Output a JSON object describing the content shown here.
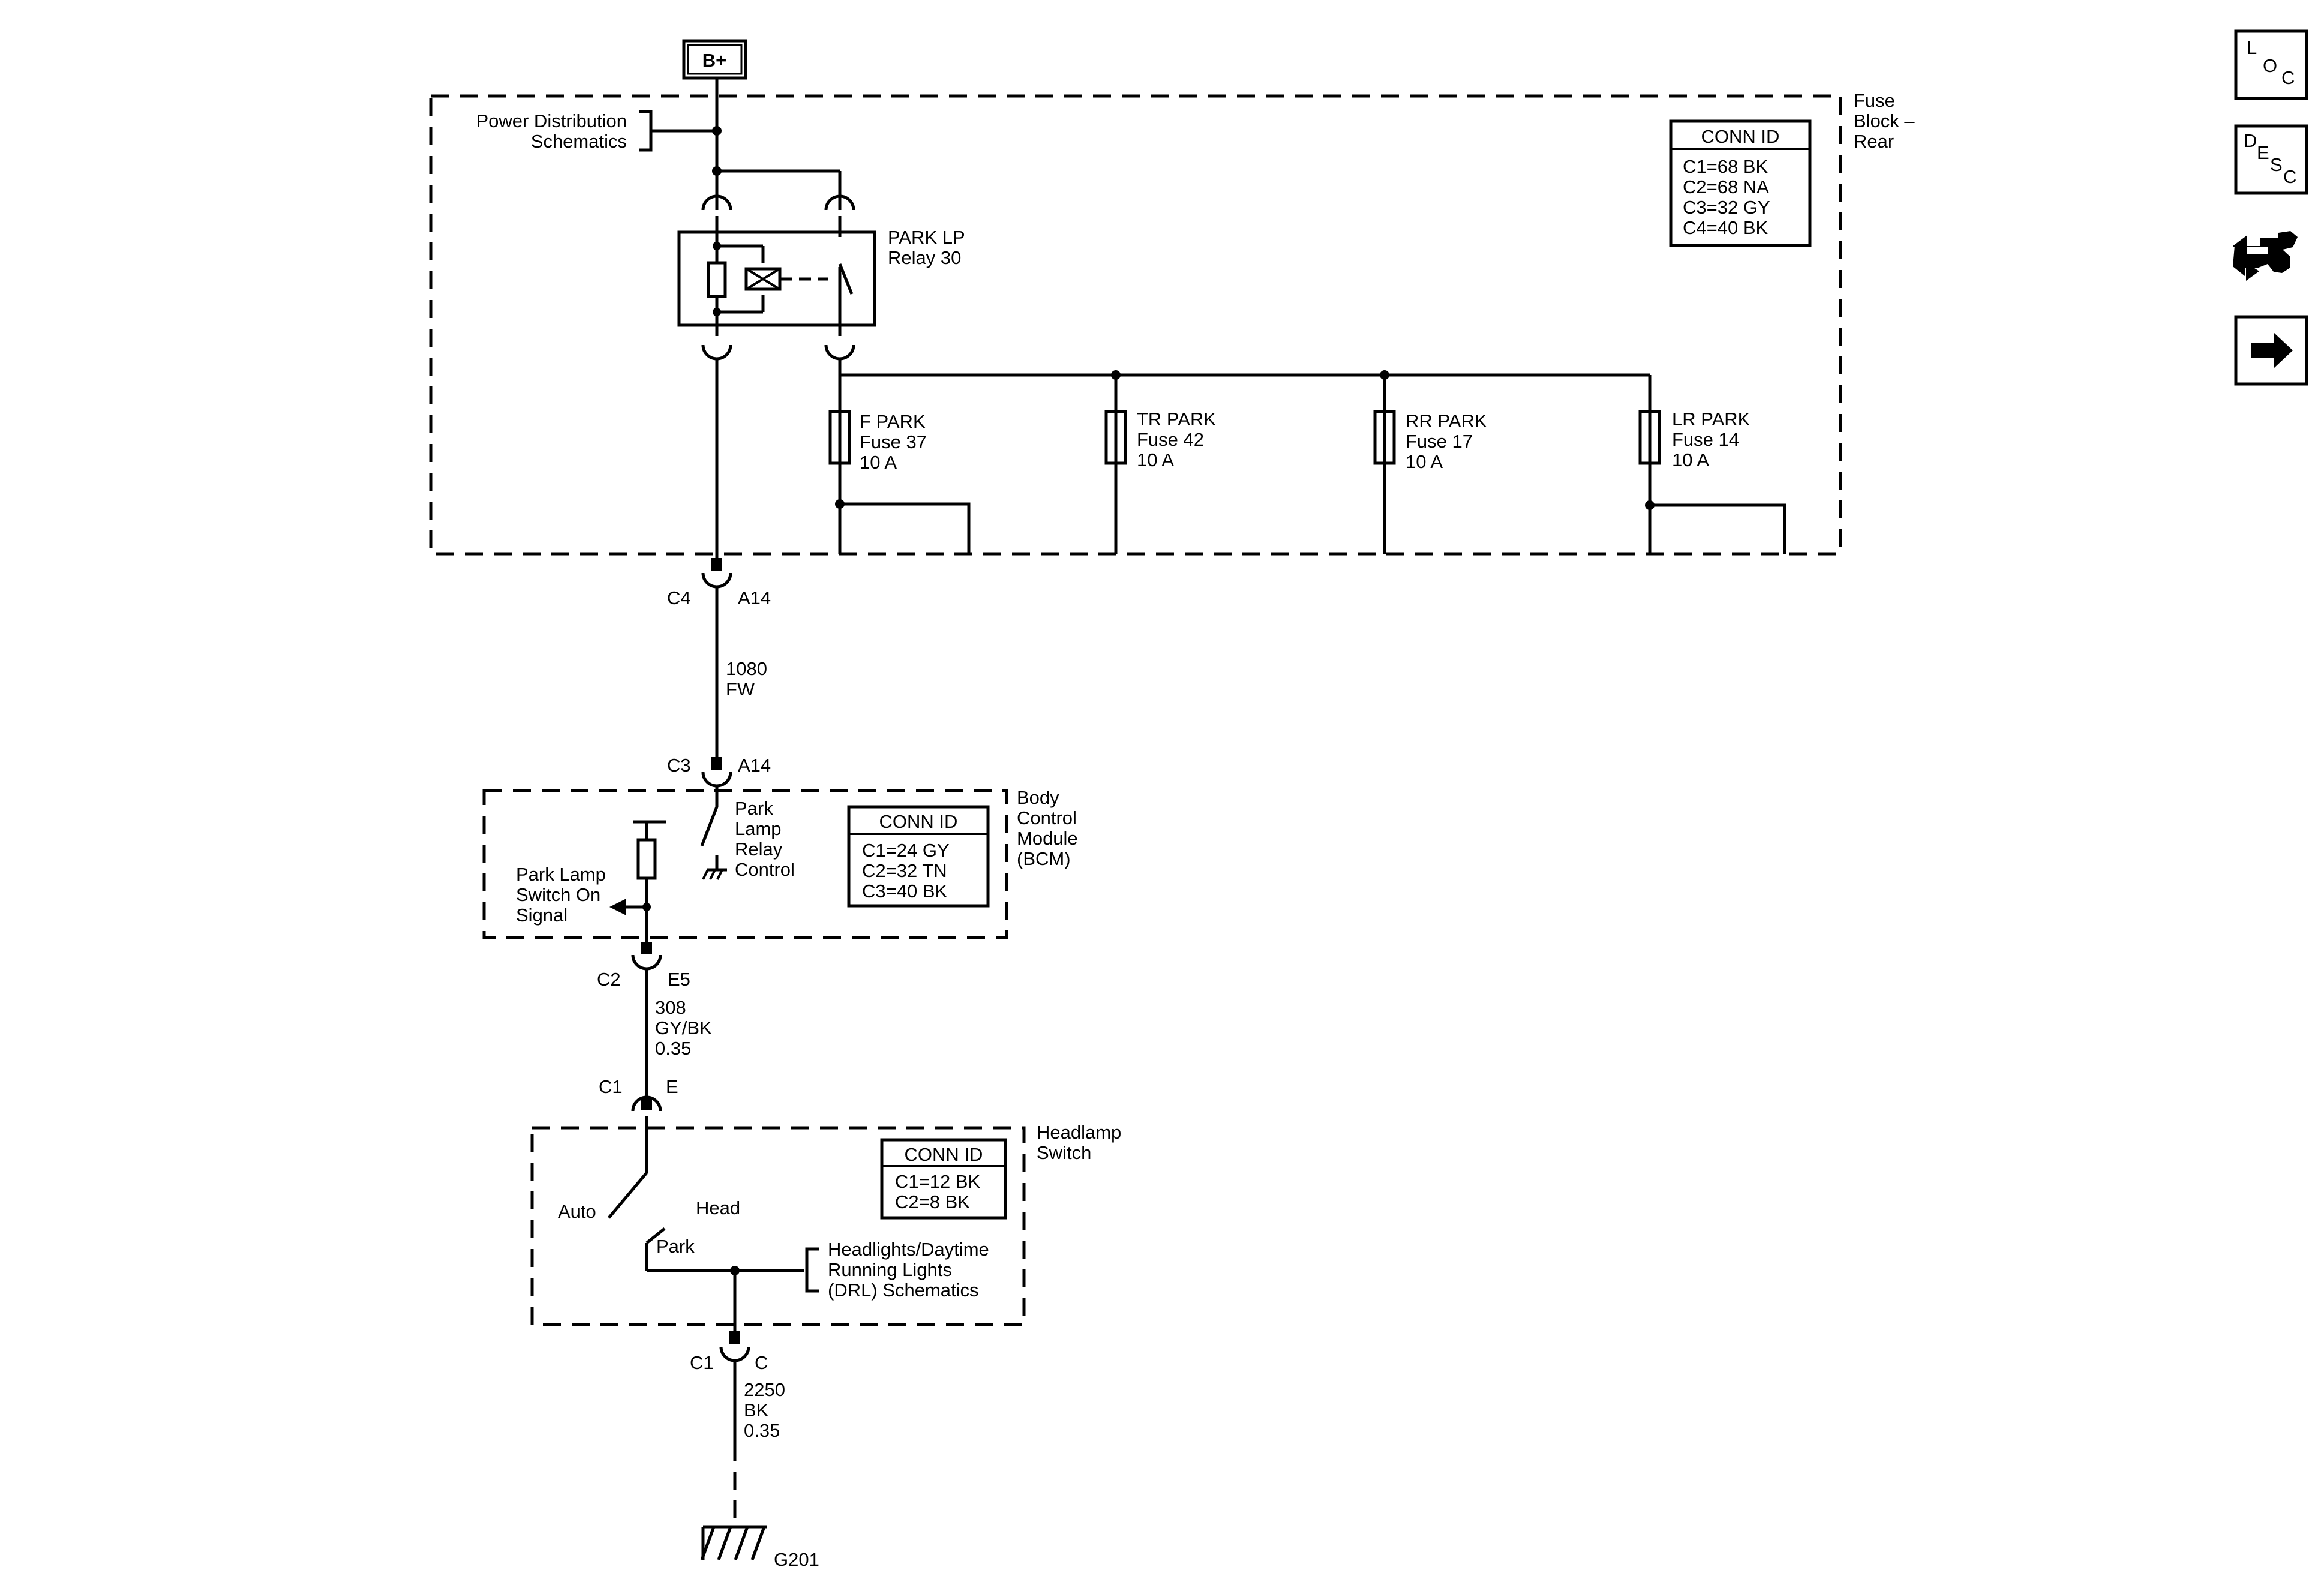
{
  "power_source": "B+",
  "fuse_block": {
    "label_lines": [
      "Fuse",
      "Block –",
      "Rear"
    ],
    "conn_title": "CONN ID",
    "conn_rows": [
      "C1=68 BK",
      "C2=68 NA",
      "C3=32 GY",
      "C4=40 BK"
    ]
  },
  "power_distribution": [
    "Power Distribution",
    "Schematics"
  ],
  "relay": [
    "PARK LP",
    "Relay 30"
  ],
  "fuses": [
    {
      "name": "F PARK",
      "fuse": "Fuse 37",
      "rating": "10 A"
    },
    {
      "name": "TR PARK",
      "fuse": "Fuse 42",
      "rating": "10 A"
    },
    {
      "name": "RR PARK",
      "fuse": "Fuse 17",
      "rating": "10 A"
    },
    {
      "name": "LR PARK",
      "fuse": "Fuse 14",
      "rating": "10 A"
    }
  ],
  "wire_1080": {
    "conn_top": "C4",
    "pin_top": "A14",
    "circuit": "1080",
    "color": "FW",
    "conn_bottom": "C3",
    "pin_bottom": "A14"
  },
  "bcm": {
    "label_lines": [
      "Body",
      "Control",
      "Module",
      "(BCM)"
    ],
    "relay_control": [
      "Park",
      "Lamp",
      "Relay",
      "Control"
    ],
    "switch_signal": [
      "Park Lamp",
      "Switch On",
      "Signal"
    ],
    "conn_title": "CONN ID",
    "conn_rows": [
      "C1=24 GY",
      "C2=32 TN",
      "C3=40 BK"
    ]
  },
  "wire_308": {
    "conn_top": "C2",
    "pin_top": "E5",
    "circuit": "308",
    "color": "GY/BK",
    "gauge": "0.35",
    "conn_bottom": "C1",
    "pin_bottom": "E"
  },
  "headlamp_switch": {
    "label_lines": [
      "Headlamp",
      "Switch"
    ],
    "conn_title": "CONN ID",
    "conn_rows": [
      "C1=12 BK",
      "C2=8 BK"
    ],
    "positions": {
      "auto": "Auto",
      "head": "Head",
      "park": "Park"
    },
    "drl_ref": [
      "Headlights/Daytime",
      "Running Lights",
      "(DRL) Schematics"
    ]
  },
  "wire_2250": {
    "conn": "C1",
    "pin": "C",
    "circuit": "2250",
    "color": "BK",
    "gauge": "0.35"
  },
  "ground": "G201",
  "nav_buttons": {
    "loc": {
      "l1": "L",
      "l2": "O",
      "l3": "C"
    },
    "desc": {
      "l1": "D",
      "l2": "E",
      "l3": "S",
      "l4": "C"
    },
    "connector_icon": "connector-end-view-icon",
    "next_icon": "arrow-right-icon"
  }
}
